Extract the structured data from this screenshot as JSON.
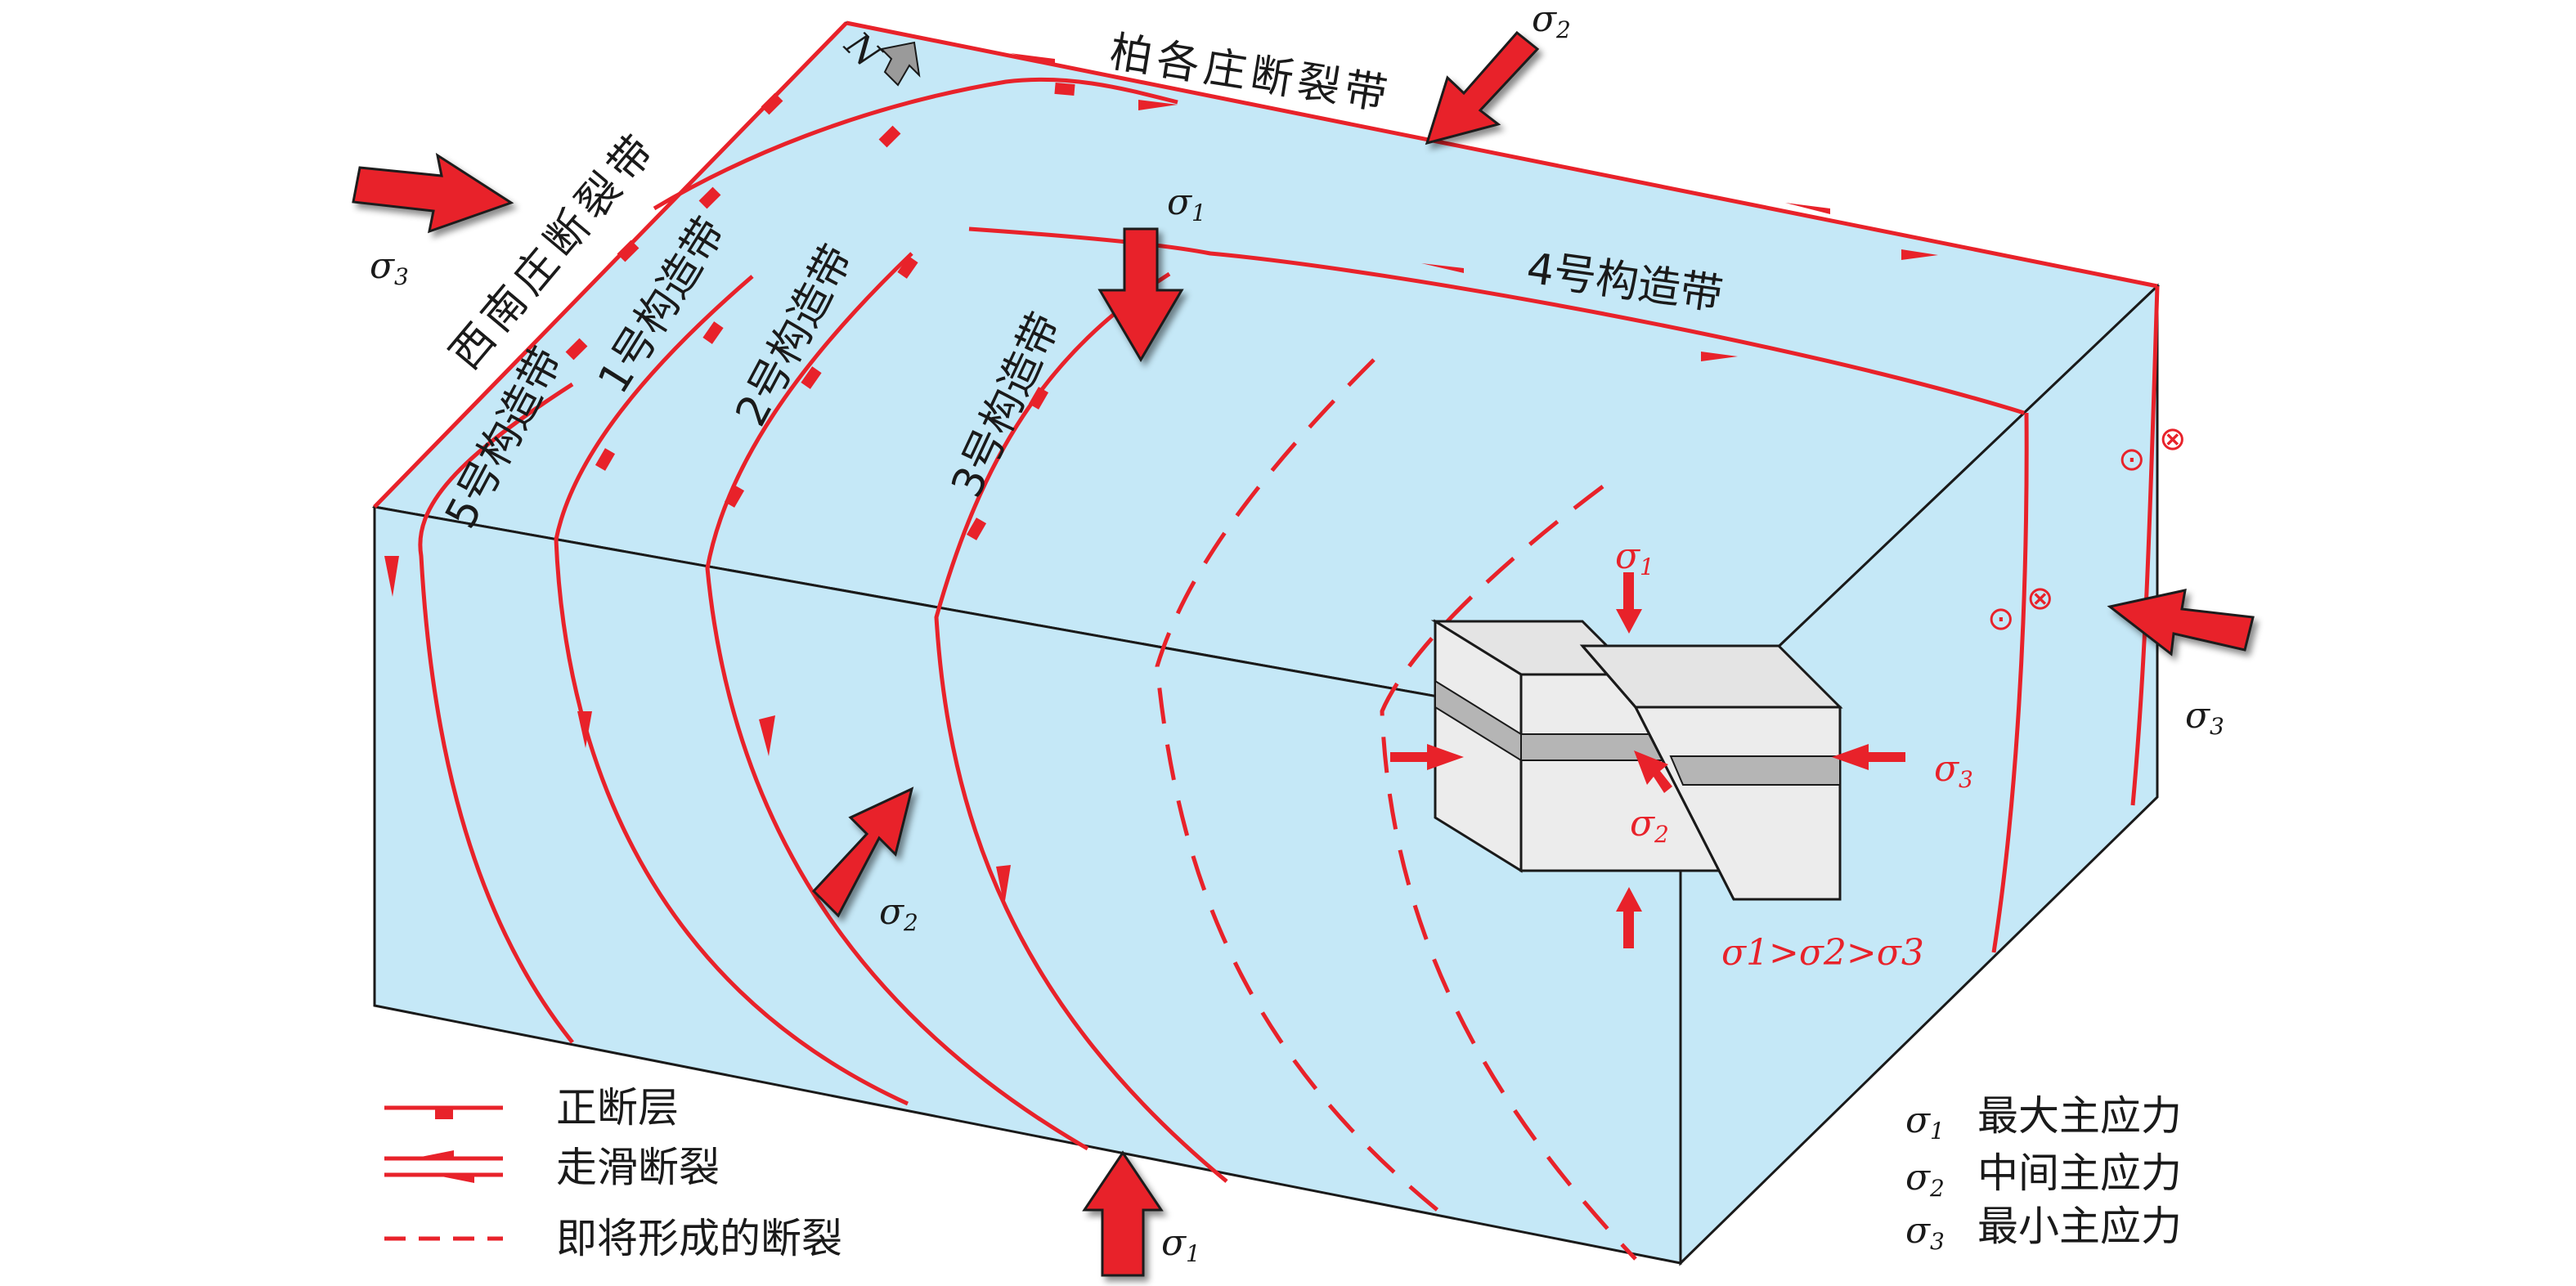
{
  "faults": {
    "baigezhuang": "柏各庄断裂带",
    "xinanzhuang": "西南庄断裂带",
    "zone1": "1号构造带",
    "zone2": "2号构造带",
    "zone3": "3号构造带",
    "zone4": "4号构造带",
    "zone5": "5号构造带"
  },
  "north": "N",
  "stress": {
    "sigma": "σ",
    "sub1": "1",
    "sub2": "2",
    "sub3": "3",
    "inequality": "σ1>σ2>σ3"
  },
  "legend": {
    "normal_fault": "正断层",
    "strike_slip": "走滑断裂",
    "incipient": "即将形成的断裂",
    "sigma1_desc": "最大主应力",
    "sigma2_desc": "中间主应力",
    "sigma3_desc": "最小主应力"
  },
  "symbols": {
    "out_of_page": "⊙",
    "into_page": "⊗"
  },
  "colors": {
    "block_fill": "#c5e8f7",
    "fault_red": "#e8222a",
    "edge": "#1a1a1a"
  }
}
